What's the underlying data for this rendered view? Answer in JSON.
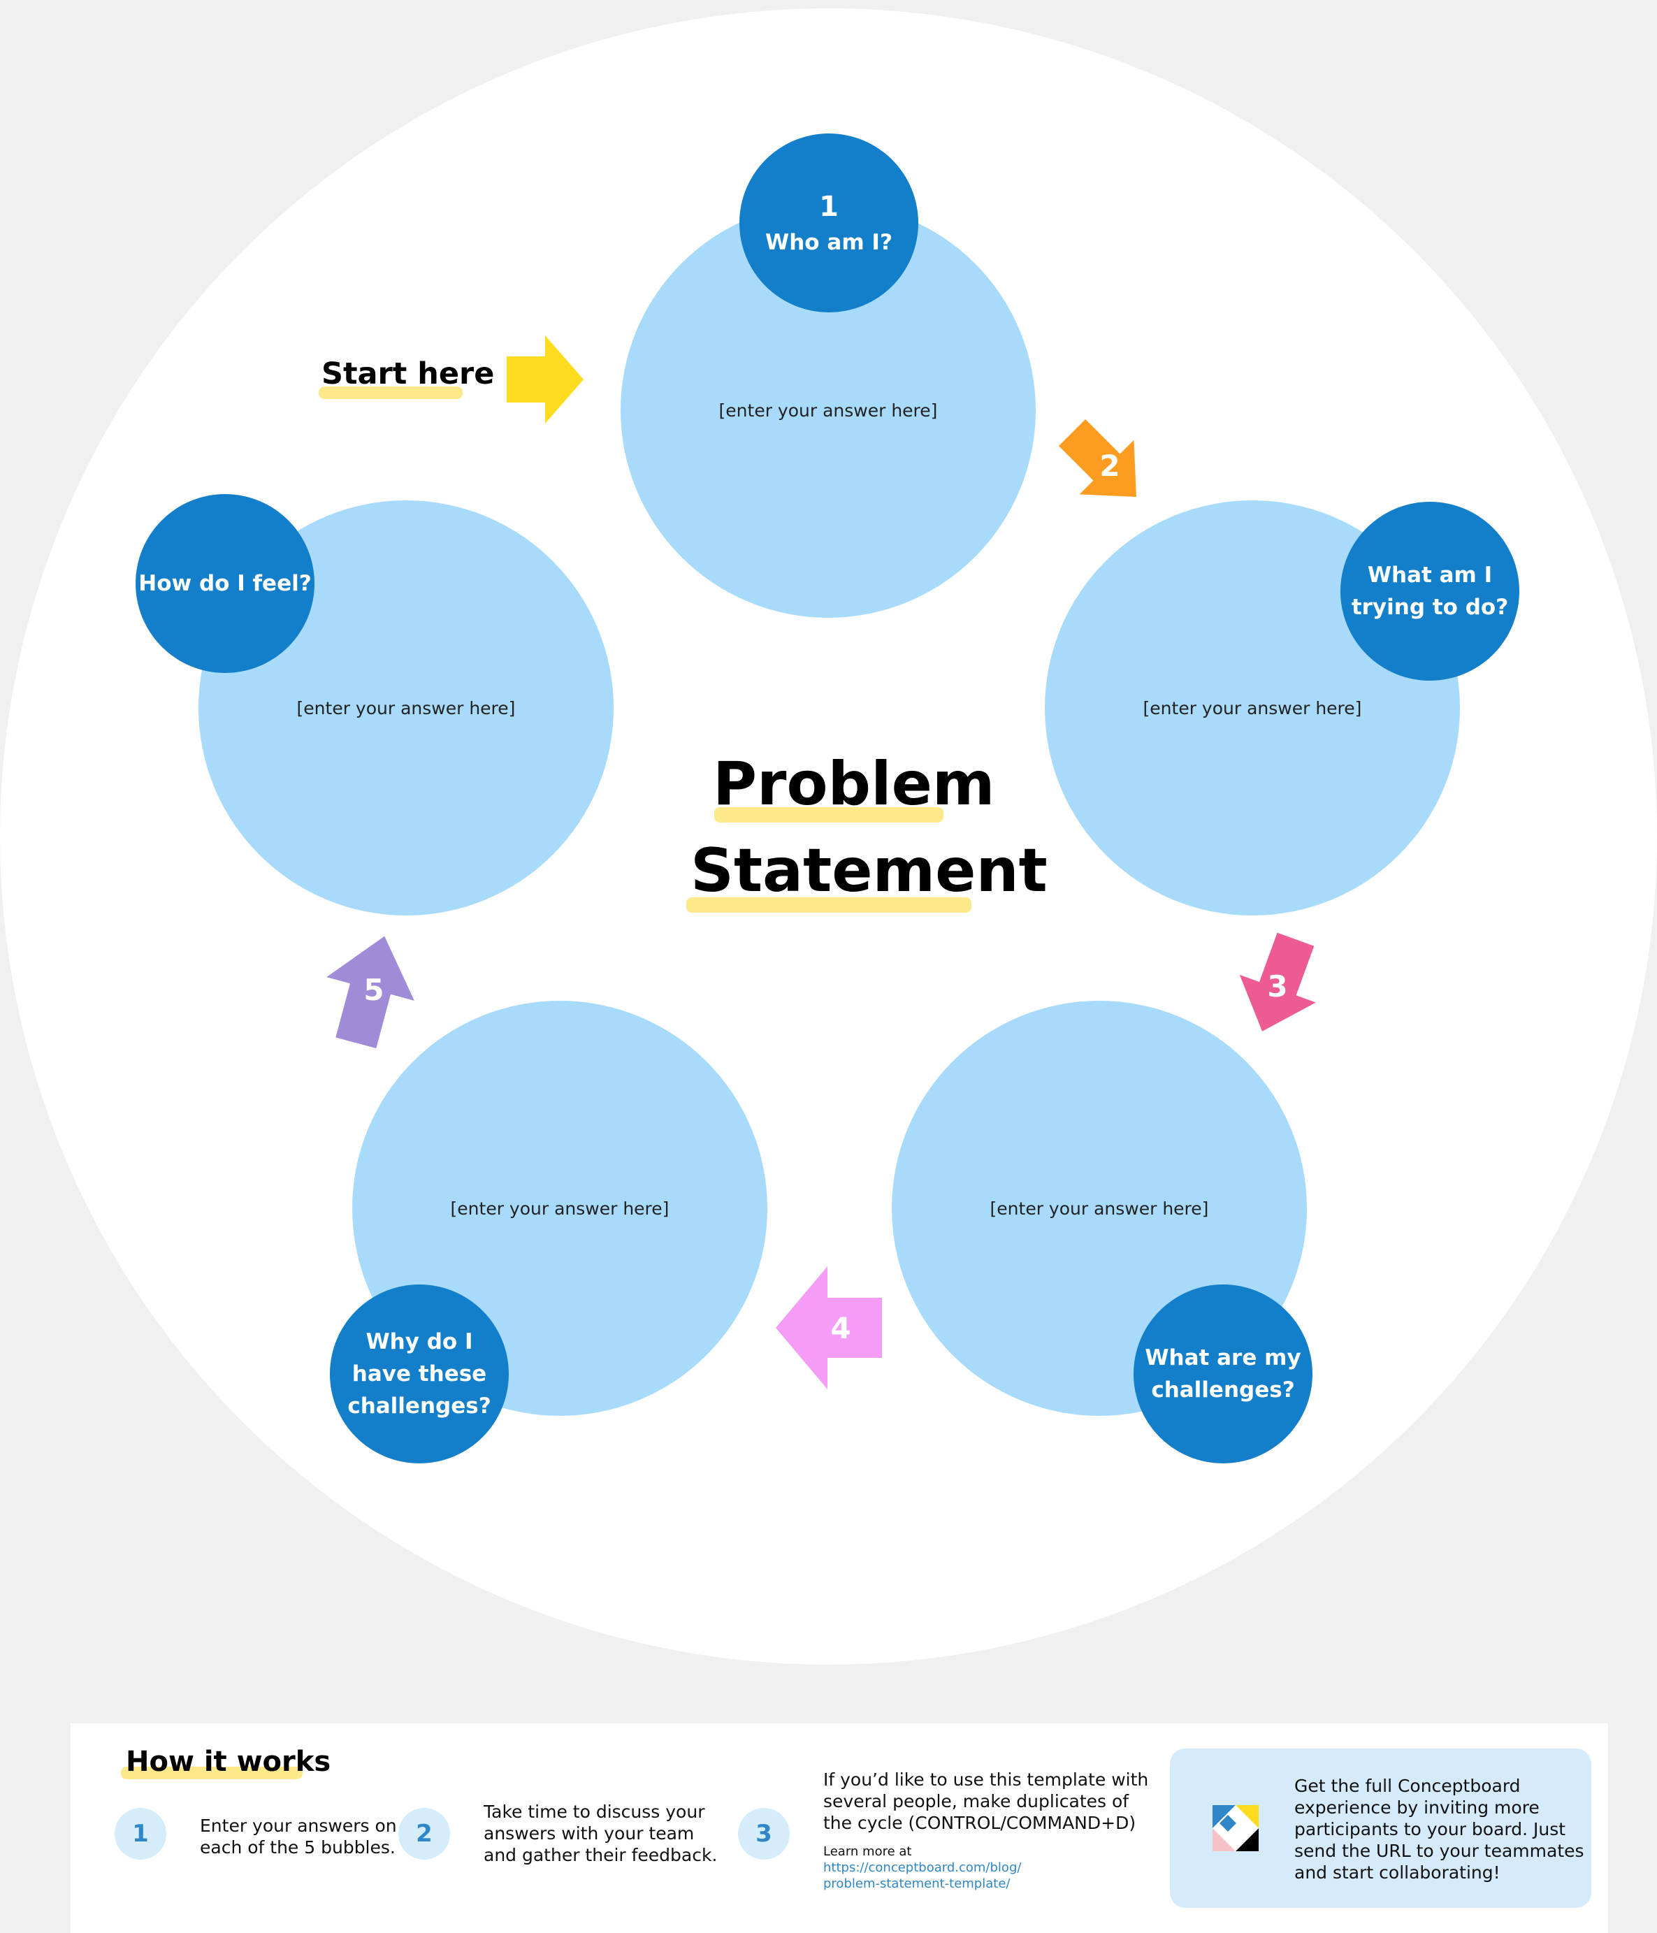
{
  "diagram": {
    "title_line1": "Problem",
    "title_line2": "Statement",
    "start_label": "Start here",
    "answer_placeholder": "[enter your answer here]",
    "questions": [
      {
        "number": "1",
        "text": "Who am I?"
      },
      {
        "lines": [
          "What am I",
          "trying to do?"
        ]
      },
      {
        "lines": [
          "What are my",
          "challenges?"
        ]
      },
      {
        "lines": [
          "Why do I",
          "have these",
          "challenges?"
        ]
      },
      {
        "lines": [
          "How do I feel?"
        ]
      }
    ],
    "arrows": [
      {
        "number": "2",
        "color": "#fd9c21"
      },
      {
        "number": "3",
        "color": "#ee5a92"
      },
      {
        "number": "4",
        "color": "#f59cf6"
      },
      {
        "number": "5",
        "color": "#a08bd9"
      }
    ],
    "colors": {
      "background": "#f0f0f0",
      "answer_bubble": "#a8dbfb",
      "question_bubble": "#137fca",
      "start_arrow": "#fddc1d",
      "highlight": "#fde98a"
    }
  },
  "how_it_works": {
    "title": "How it works",
    "steps": [
      {
        "number": "1",
        "lines": [
          "Enter your answers on",
          "each of the 5 bubbles."
        ]
      },
      {
        "number": "2",
        "lines": [
          "Take time to discuss your",
          "answers with your team",
          "and gather their feedback."
        ]
      },
      {
        "number": "3",
        "lines": [
          "If you’d like to use this template with",
          "several people, make duplicates of",
          "the cycle (CONTROL/COMMAND+D)"
        ],
        "learn_more": "Learn more at",
        "link_lines": [
          "https://conceptboard.com/blog/",
          "problem-statement-template/"
        ]
      }
    ],
    "cta": {
      "logo_icon": "conceptboard-logo-icon",
      "lines": [
        "Get the full Conceptboard",
        "experience by inviting more",
        "participants to your board. Just",
        "send the URL to your teammates",
        "and start collaborating!"
      ]
    }
  }
}
